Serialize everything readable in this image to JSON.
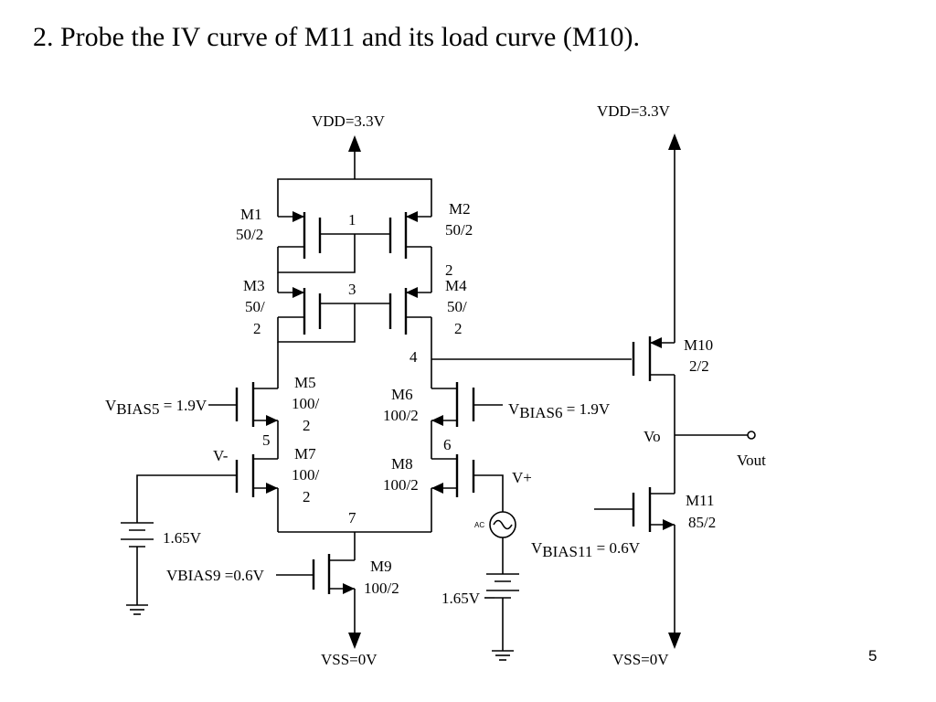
{
  "slide": {
    "title": "2. Probe the IV curve of M11 and its load curve (M10).",
    "page_number": "5"
  },
  "supplies": {
    "vdd_left": "VDD=3.3V",
    "vdd_right": "VDD=3.3V",
    "vss_left": "VSS=0V",
    "vss_right": "VSS=0V"
  },
  "transistors": {
    "m1": {
      "name": "M1",
      "size": "50/2"
    },
    "m2": {
      "name": "M2",
      "size": "50/2"
    },
    "m3": {
      "name": "M3",
      "size_a": "50/",
      "size_b": "2"
    },
    "m4": {
      "name": "M4",
      "size_a": "50/",
      "size_b": "2"
    },
    "m5": {
      "name": "M5",
      "size_a": "100/",
      "size_b": "2"
    },
    "m6": {
      "name": "M6",
      "size": "100/2"
    },
    "m7": {
      "name": "M7",
      "size_a": "100/",
      "size_b": "2"
    },
    "m8": {
      "name": "M8",
      "size": "100/2"
    },
    "m9": {
      "name": "M9",
      "size": "100/2"
    },
    "m10": {
      "name": "M10",
      "size": "2/2"
    },
    "m11": {
      "name": "M11",
      "size": "85/2"
    }
  },
  "nodes": {
    "n1": "1",
    "n2": "2",
    "n3": "3",
    "n4": "4",
    "n5": "5",
    "n6": "6",
    "n7": "7",
    "vo": "Vo"
  },
  "bias": {
    "vbias5": {
      "prefix": "V",
      "sub": "BIAS5",
      "value": " = 1.9V"
    },
    "vbias6": {
      "prefix": "V",
      "sub": "BIAS6",
      "value": " = 1.9V"
    },
    "vbias11": {
      "prefix": "V",
      "sub": "BIAS11",
      "value": " = 0.6V"
    },
    "vbias9": "VBIAS9 =0.6V"
  },
  "sources": {
    "vminus": "V-",
    "vplus": "V+",
    "dc_left": "1.65V",
    "dc_right": "1.65V",
    "ac_label": "AC"
  },
  "output": {
    "label": "Vout"
  }
}
